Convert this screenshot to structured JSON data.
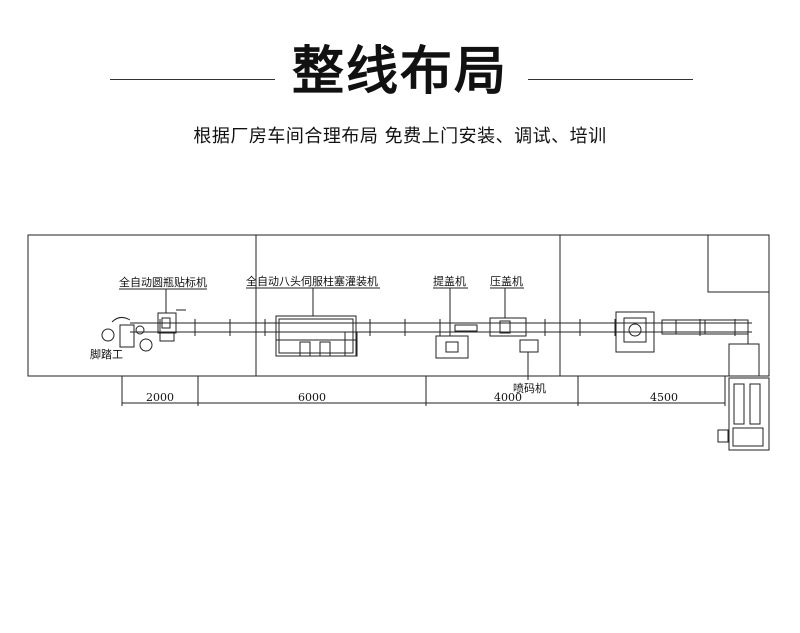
{
  "header": {
    "title": "整线布局",
    "subtitle": "根据厂房车间合理布局 免费上门安装、调试、培训"
  },
  "diagram": {
    "machines": [
      "全自动圆瓶贴标机",
      "全自动八头伺服柱塞灌装机",
      "提盖机",
      "压盖机"
    ],
    "coder_label": "喷码机",
    "worker_label": "脚踏工",
    "dimensions": [
      "2000",
      "6000",
      "4000",
      "4500"
    ]
  }
}
